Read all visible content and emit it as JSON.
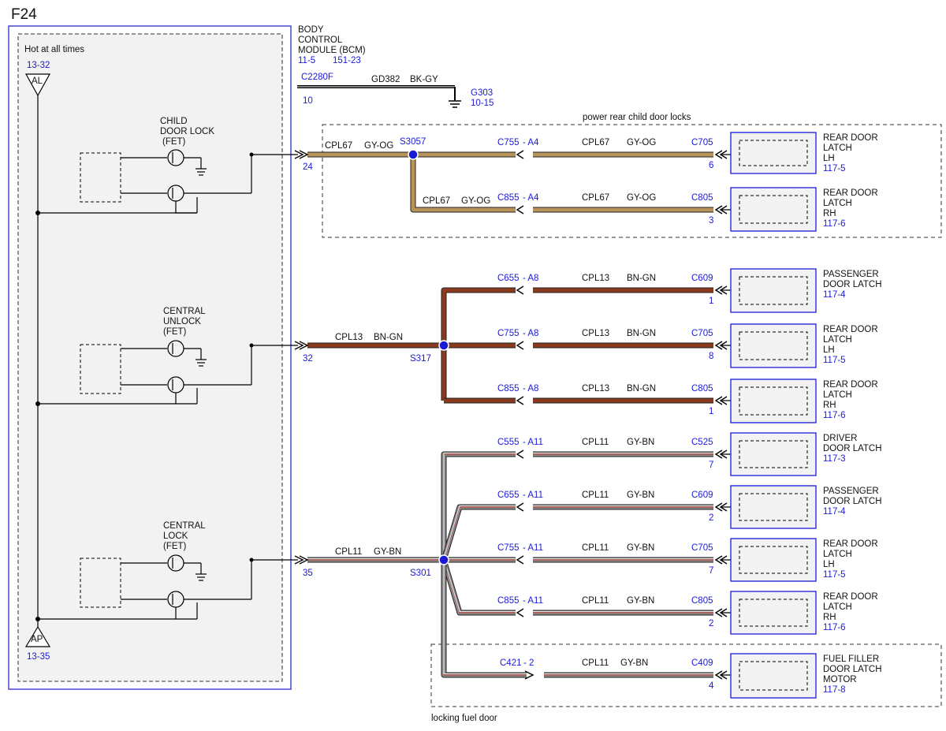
{
  "page_id": "F24",
  "bcm": {
    "title_lines": [
      "BODY",
      "CONTROL",
      "MODULE (BCM)"
    ],
    "ref1": "11-5",
    "ref2": "151-23",
    "hot_label": "Hot at all times",
    "al_ref": "13-32",
    "al_label": "AL",
    "ap_label": "AP",
    "ap_ref": "13-35",
    "child_lock_lines": [
      "CHILD",
      "DOOR LOCK",
      "(FET)"
    ],
    "central_unlock_lines": [
      "CENTRAL",
      "UNLOCK",
      "(FET)"
    ],
    "central_lock_lines": [
      "CENTRAL",
      "LOCK",
      "(FET)"
    ]
  },
  "ground": {
    "connector": "C2280F",
    "pin": "10",
    "circuit": "GD382",
    "color": "BK-GY",
    "ground_id": "G303",
    "ground_ref": "10-15"
  },
  "groups": {
    "child_locks": "power rear child door locks",
    "fuel_door": "locking fuel door"
  },
  "wire_colors": {
    "gy_og": "#b8945a",
    "bn_gn": "#8a3a1e",
    "gy_bn": "#8b8b8b",
    "bk_gy": "#000000",
    "accent": "#1a1ad6"
  },
  "trunks": {
    "cpl67": {
      "pin": "24",
      "circuit": "CPL67",
      "color": "GY-OG",
      "splice": "S3057"
    },
    "cpl13": {
      "pin": "32",
      "circuit": "CPL13",
      "color": "BN-GN",
      "splice": "S317"
    },
    "cpl11": {
      "pin": "35",
      "circuit": "CPL11",
      "color": "GY-BN",
      "splice": "S301"
    }
  },
  "branches": [
    {
      "pre_circuit": "CPL67",
      "pre_color": "GY-OG",
      "inline": "C755",
      "inline_pin": "- A4",
      "circuit": "CPL67",
      "color": "GY-OG",
      "conn": "C705",
      "pin": "6",
      "dev_lines": [
        "REAR DOOR",
        "LATCH",
        "LH"
      ],
      "dev_ref": "117-5"
    },
    {
      "pre_circuit": "CPL67",
      "pre_color": "GY-OG",
      "inline": "C855",
      "inline_pin": "- A4",
      "circuit": "CPL67",
      "color": "GY-OG",
      "conn": "C805",
      "pin": "3",
      "dev_lines": [
        "REAR DOOR",
        "LATCH",
        "RH"
      ],
      "dev_ref": "117-6"
    },
    {
      "inline": "C655",
      "inline_pin": "- A8",
      "circuit": "CPL13",
      "color": "BN-GN",
      "conn": "C609",
      "pin": "1",
      "dev_lines": [
        "PASSENGER",
        "DOOR LATCH"
      ],
      "dev_ref": "117-4"
    },
    {
      "inline": "C755",
      "inline_pin": "- A8",
      "circuit": "CPL13",
      "color": "BN-GN",
      "conn": "C705",
      "pin": "8",
      "dev_lines": [
        "REAR DOOR",
        "LATCH",
        "LH"
      ],
      "dev_ref": "117-5"
    },
    {
      "inline": "C855",
      "inline_pin": "- A8",
      "circuit": "CPL13",
      "color": "BN-GN",
      "conn": "C805",
      "pin": "1",
      "dev_lines": [
        "REAR DOOR",
        "LATCH",
        "RH"
      ],
      "dev_ref": "117-6"
    },
    {
      "inline": "C555",
      "inline_pin": "- A11",
      "circuit": "CPL11",
      "color": "GY-BN",
      "conn": "C525",
      "pin": "7",
      "dev_lines": [
        "DRIVER",
        "DOOR LATCH"
      ],
      "dev_ref": "117-3"
    },
    {
      "inline": "C655",
      "inline_pin": "- A11",
      "circuit": "CPL11",
      "color": "GY-BN",
      "conn": "C609",
      "pin": "2",
      "dev_lines": [
        "PASSENGER",
        "DOOR LATCH"
      ],
      "dev_ref": "117-4"
    },
    {
      "inline": "C755",
      "inline_pin": "- A11",
      "circuit": "CPL11",
      "color": "GY-BN",
      "conn": "C705",
      "pin": "7",
      "dev_lines": [
        "REAR DOOR",
        "LATCH",
        "LH"
      ],
      "dev_ref": "117-5"
    },
    {
      "inline": "C855",
      "inline_pin": "- A11",
      "circuit": "CPL11",
      "color": "GY-BN",
      "conn": "C805",
      "pin": "2",
      "dev_lines": [
        "REAR DOOR",
        "LATCH",
        "RH"
      ],
      "dev_ref": "117-6"
    },
    {
      "inline": "C421",
      "inline_pin": "- 2",
      "circuit": "CPL11",
      "color": "GY-BN",
      "conn": "C409",
      "pin": "4",
      "dev_lines": [
        "FUEL FILLER",
        "DOOR LATCH",
        "MOTOR"
      ],
      "dev_ref": "117-8"
    }
  ]
}
